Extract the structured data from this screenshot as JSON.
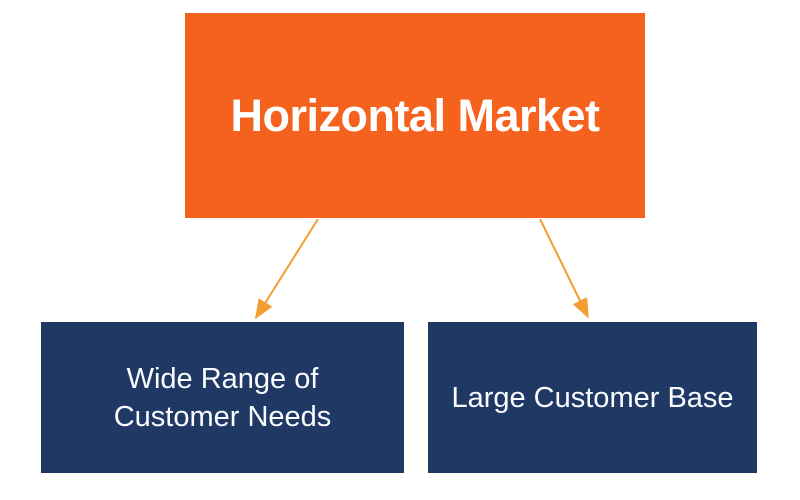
{
  "colors": {
    "root_box": "#F4621D",
    "child_box": "#1F3864",
    "arrow": "#F49D33",
    "text": "#FFFFFF",
    "background": "#FFFFFF"
  },
  "diagram": {
    "root": {
      "label": "Horizontal Market"
    },
    "children": [
      {
        "lines": [
          "Wide Range of",
          "Customer Needs"
        ]
      },
      {
        "label": "Large Customer Base"
      }
    ]
  }
}
